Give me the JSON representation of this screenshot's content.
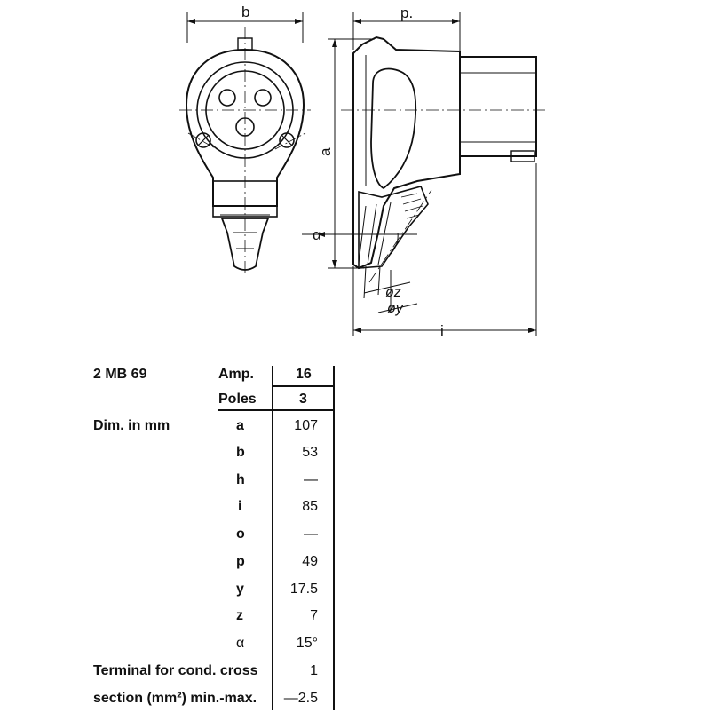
{
  "drawing": {
    "labels": {
      "b": "b",
      "p": "p.",
      "a": "a",
      "alpha": "α",
      "z": "øz",
      "y": "øy",
      "i": "i"
    }
  },
  "table": {
    "model": "2 MB 69",
    "amp_label": "Amp.",
    "amp_value": "16",
    "poles_label": "Poles",
    "poles_value": "3",
    "dim_label": "Dim. in mm",
    "rows": [
      {
        "key": "a",
        "value": "107"
      },
      {
        "key": "b",
        "value": "53"
      },
      {
        "key": "h",
        "value": "—"
      },
      {
        "key": "i",
        "value": "85"
      },
      {
        "key": "o",
        "value": "—"
      },
      {
        "key": "p",
        "value": "49"
      },
      {
        "key": "y",
        "value": "17.5"
      },
      {
        "key": "z",
        "value": "7"
      },
      {
        "key": "α",
        "value": "15°"
      }
    ],
    "terminal_line1": "Terminal for cond. cross",
    "terminal_line2": "section (mm²) min.-max.",
    "terminal_min": "1",
    "terminal_max": "—2.5"
  }
}
